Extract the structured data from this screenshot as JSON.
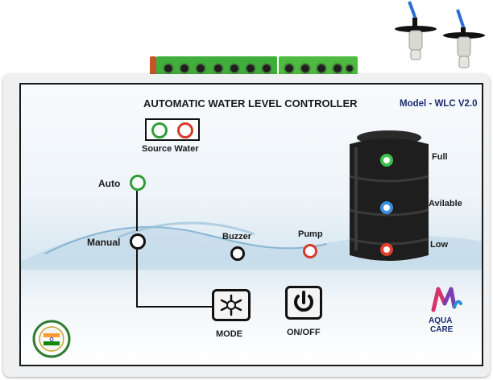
{
  "panel": {
    "title": "AUTOMATIC WATER LEVEL CONTROLLER",
    "model": "Model - WLC V2.0"
  },
  "source_water": {
    "label": "Source Water",
    "left_color": "#2e9e3c",
    "right_color": "#d63a2a"
  },
  "indicators": {
    "auto": {
      "label": "Auto",
      "color": "#2e9e3c"
    },
    "manual": {
      "label": "Manual",
      "color": "#111111"
    },
    "buzzer": {
      "label": "Buzzer",
      "color": "#111111"
    },
    "pump": {
      "label": "Pump",
      "color": "#d63a2a"
    }
  },
  "tank": {
    "levels": [
      {
        "label": "Full",
        "color": "#3cc24a"
      },
      {
        "label": "Avilable",
        "color": "#3a8fe0"
      },
      {
        "label": "Low",
        "color": "#e0402a"
      }
    ]
  },
  "buttons": {
    "mode": {
      "label": "MODE",
      "icon": "asterisk-icon"
    },
    "onoff": {
      "label": "ON/OFF",
      "icon": "power-icon"
    }
  },
  "brand": {
    "line1": "AQUA",
    "line2": "CARE",
    "logo_colors": [
      "#d6336c",
      "#7b3fb3",
      "#2a8fd6"
    ]
  },
  "badge": {
    "icon": "made-in-india-seal"
  },
  "colors": {
    "terminal_green": "#3fae3a",
    "screen_border": "#1a1a1a"
  }
}
